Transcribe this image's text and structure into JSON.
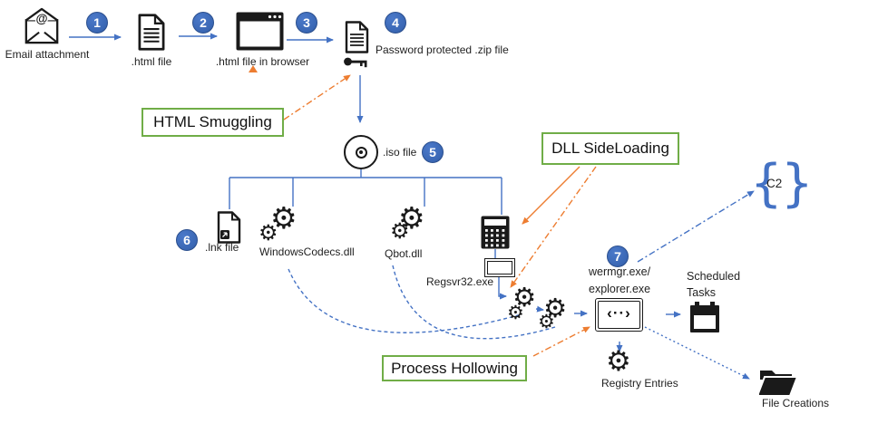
{
  "colors": {
    "accent_blue": "#4472C4",
    "accent_orange": "#ED7D31",
    "technique_green": "#70AD47",
    "icon_ink": "#1a1a1a",
    "step_badge_blue": "#3a67b4"
  },
  "steps": [
    "1",
    "2",
    "3",
    "4",
    "5",
    "6",
    "7"
  ],
  "labels": {
    "email_attachment": "Email attachment",
    "html_file": ".html file",
    "html_file_in_browser": ".html file in browser",
    "password_zip": "Password protected .zip file",
    "iso_file": ".iso file",
    "lnk_file": ".lnk file",
    "windows_codecs_dll": "WindowsCodecs.dll",
    "qbot_dll": "Qbot.dll",
    "regsvr32": "Regsvr32.exe",
    "wermgr_line1": "wermgr.exe/",
    "wermgr_line2": "explorer.exe",
    "scheduled_line1": "Scheduled",
    "scheduled_line2": "Tasks",
    "registry_entries": "Registry Entries",
    "file_creations": "File Creations",
    "c2": "C2"
  },
  "techniques": {
    "html_smuggling": "HTML Smuggling",
    "dll_sideloading": "DLL SideLoading",
    "process_hollowing": "Process Hollowing"
  },
  "icons": {
    "gear": "⚙",
    "code_window": "‹··›",
    "brace_left": "{",
    "brace_right": "}"
  }
}
